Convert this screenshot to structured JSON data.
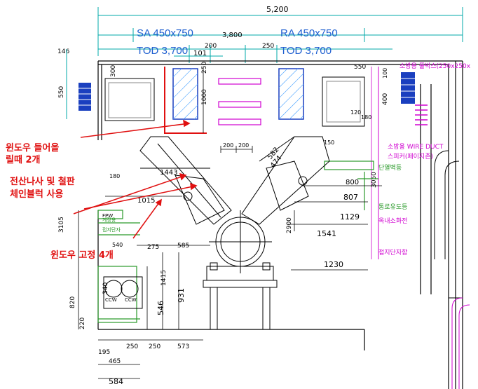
{
  "colors": {
    "dimension": "#00a8a8",
    "duct_label": "#1f5fd0",
    "wall": "#000000",
    "annotation_red": "#e01010",
    "magenta": "#d000d0",
    "green": "#2a9a2a",
    "blue_fill": "#1a3fbf"
  },
  "dims": {
    "total_width": "5,200",
    "d3800": "3,800",
    "d200a": "200",
    "d250a": "250",
    "d101": "101",
    "d146": "146",
    "d550l": "550",
    "d300": "300",
    "d1000": "1000",
    "d250v": "250",
    "d550r": "550",
    "d400": "400",
    "d100": "100",
    "d120": "120",
    "d180r": "180",
    "d150": "150",
    "d200b": "200",
    "d200c": "200",
    "d1443": "1443",
    "d180l": "180",
    "d1015": "1015",
    "d582": "582",
    "d474": "474",
    "d800": "800",
    "d807": "807",
    "d3050": "3050",
    "d1129": "1129",
    "d2900": "2900",
    "d1541": "1541",
    "d1230": "1230",
    "d3105": "3105",
    "d275": "275",
    "d585": "585",
    "d1415": "1415",
    "d931": "931",
    "d546": "546",
    "d340": "340",
    "d820": "820",
    "d220": "220",
    "d195": "195",
    "d250b": "250",
    "d250c": "250",
    "d573": "573",
    "d465": "465",
    "d584": "584",
    "d540": "540"
  },
  "ducts": {
    "sa_size": "SA 450x750",
    "sa_tod": "TOD 3,700",
    "ra_size": "RA 450x750",
    "ra_tod": "TOD 3,700"
  },
  "annotations": {
    "window_lift_line1": "윈도우 들어올",
    "window_lift_line2": "릴때 2개",
    "bolt_line1": "전산나사 및 철판",
    "bolt_line2": "체인블럭 사용",
    "window_fix": "윈도우 고정 4개"
  },
  "right_labels": {
    "fire_pullbox": "소방용 풀박스(250x250x",
    "fire_wire_duct": "소방용 WIRE DUCT",
    "speaker": "스피커(페이지존)",
    "wall_rack": "단열벽등",
    "fire_lamp": "통로유도등",
    "fire_ext": "옥내소화전",
    "detector": "접지단자함"
  },
  "left_labels": {
    "ccw1": "CCW",
    "ccw2": "CCW",
    "fpw": "FPW",
    "note1": "계장용",
    "note2": "접지단자"
  }
}
